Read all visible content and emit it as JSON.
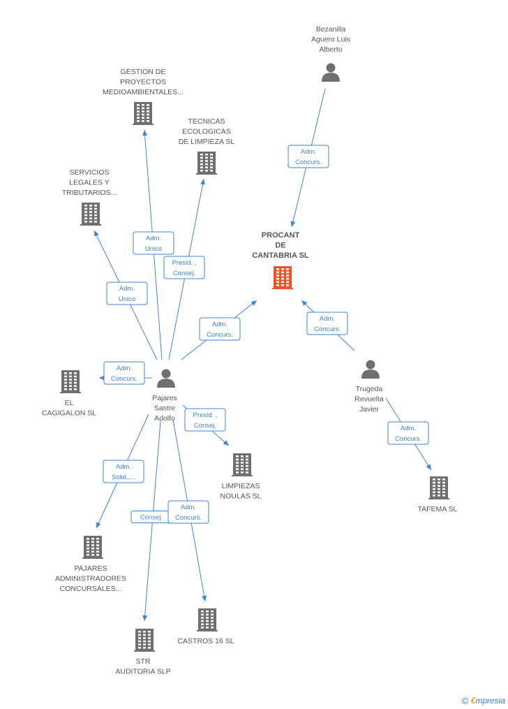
{
  "colors": {
    "edge": "#3a84d6",
    "building": "#6f6f6f",
    "building_main": "#f0552a",
    "person": "#6f6f6f"
  },
  "nodes": {
    "bezanilla": {
      "type": "person",
      "icon": "person-icon",
      "lines": [
        "Bezanilla",
        "Aguero Luis",
        "Alberto"
      ]
    },
    "gestion": {
      "type": "company",
      "icon": "building-icon",
      "lines": [
        "GESTION DE",
        "PROYECTOS",
        "MEDIOAMBIENTALES..."
      ]
    },
    "tecnicas": {
      "type": "company",
      "icon": "building-icon",
      "lines": [
        "TECNICAS",
        "ECOLOGICAS",
        "DE LIMPIEZA SL"
      ]
    },
    "servicios": {
      "type": "company",
      "icon": "building-icon",
      "lines": [
        "SERVICIOS",
        "LEGALES Y",
        "TRIBUTARIOS..."
      ]
    },
    "procant": {
      "type": "company-main",
      "icon": "building-icon",
      "lines": [
        "PROCANT",
        "DE",
        "CANTABRIA SL"
      ]
    },
    "pajares": {
      "type": "person",
      "icon": "person-icon",
      "lines": [
        "Pajares",
        "Sastre",
        "Adolfo"
      ]
    },
    "cagigalon": {
      "type": "company",
      "icon": "building-icon",
      "lines": [
        "EL",
        "CAGIGALON SL"
      ]
    },
    "trugeda": {
      "type": "person",
      "icon": "person-icon",
      "lines": [
        "Trugeda",
        "Revuelta",
        "Javier"
      ]
    },
    "limpiezas": {
      "type": "company",
      "icon": "building-icon",
      "lines": [
        "LIMPIEZAS",
        "NOULAS SL"
      ]
    },
    "tafema": {
      "type": "company",
      "icon": "building-icon",
      "lines": [
        "TAFEMA SL"
      ]
    },
    "pajares_adm": {
      "type": "company",
      "icon": "building-icon",
      "lines": [
        "PAJARES",
        "ADMINISTRADORES",
        "CONCURSALES..."
      ]
    },
    "castros": {
      "type": "company",
      "icon": "building-icon",
      "lines": [
        "CASTROS 16 SL"
      ]
    },
    "str": {
      "type": "company",
      "icon": "building-icon",
      "lines": [
        "STR",
        "AUDITORIA  SLP"
      ]
    }
  },
  "edges": [
    {
      "from": "bezanilla",
      "to": "procant",
      "label": [
        "Adm.",
        "Concurs."
      ]
    },
    {
      "from": "pajares",
      "to": "gestion",
      "label": [
        "Adm.",
        "Unico"
      ]
    },
    {
      "from": "pajares",
      "to": "tecnicas",
      "label": [
        "Presid. ,",
        "Consej."
      ]
    },
    {
      "from": "pajares",
      "to": "servicios",
      "label": [
        "Adm.",
        "Unico"
      ]
    },
    {
      "from": "pajares",
      "to": "procant",
      "label": [
        "Adm.",
        "Concurs."
      ]
    },
    {
      "from": "trugeda",
      "to": "procant",
      "label": [
        "Adm.",
        "Concurs."
      ]
    },
    {
      "from": "pajares",
      "to": "cagigalon",
      "label": [
        "Adm.",
        "Concurs."
      ]
    },
    {
      "from": "pajares",
      "to": "limpiezas",
      "label": [
        "Presid. ,",
        "Consej."
      ]
    },
    {
      "from": "trugeda",
      "to": "tafema",
      "label": [
        "Adm.",
        "Concurs."
      ]
    },
    {
      "from": "pajares",
      "to": "pajares_adm",
      "label": [
        "Adm.",
        "Solid.,..."
      ]
    },
    {
      "from": "pajares",
      "to": "str",
      "label": [
        "Consej."
      ]
    },
    {
      "from": "pajares",
      "to": "castros",
      "label": [
        "Adm.",
        "Concurs."
      ]
    }
  ],
  "footer": {
    "copyright": "©",
    "brand_e": "€",
    "brand_rest": "mpresia"
  }
}
